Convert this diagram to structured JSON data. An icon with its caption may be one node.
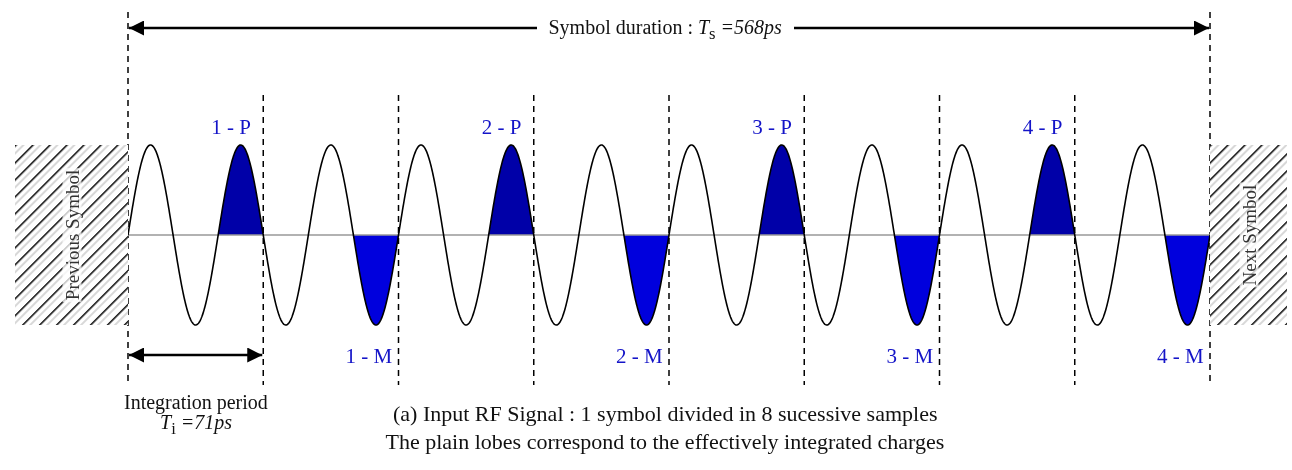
{
  "diagram": {
    "caption": "(a) Input RF Signal : 1 symbol divided in 8 sucessive samples",
    "nodes": [
      {
        "text": [
          "Previous Symbol"
        ]
      },
      {
        "text": [
          "Next Symbol"
        ]
      }
    ],
    "labels": [
      "Symbol duration : *T*$_{s}$ *=568ps*",
      "1 - P",
      "2 - P",
      "3 - P",
      "4 - P",
      "1 - M",
      "2 - M",
      "3 - M",
      "4 - M",
      "Integration period",
      "*T*$_{i}$ *=71ps*",
      "The plain lobes correspond to the effectively integrated charges"
    ]
  }
}
